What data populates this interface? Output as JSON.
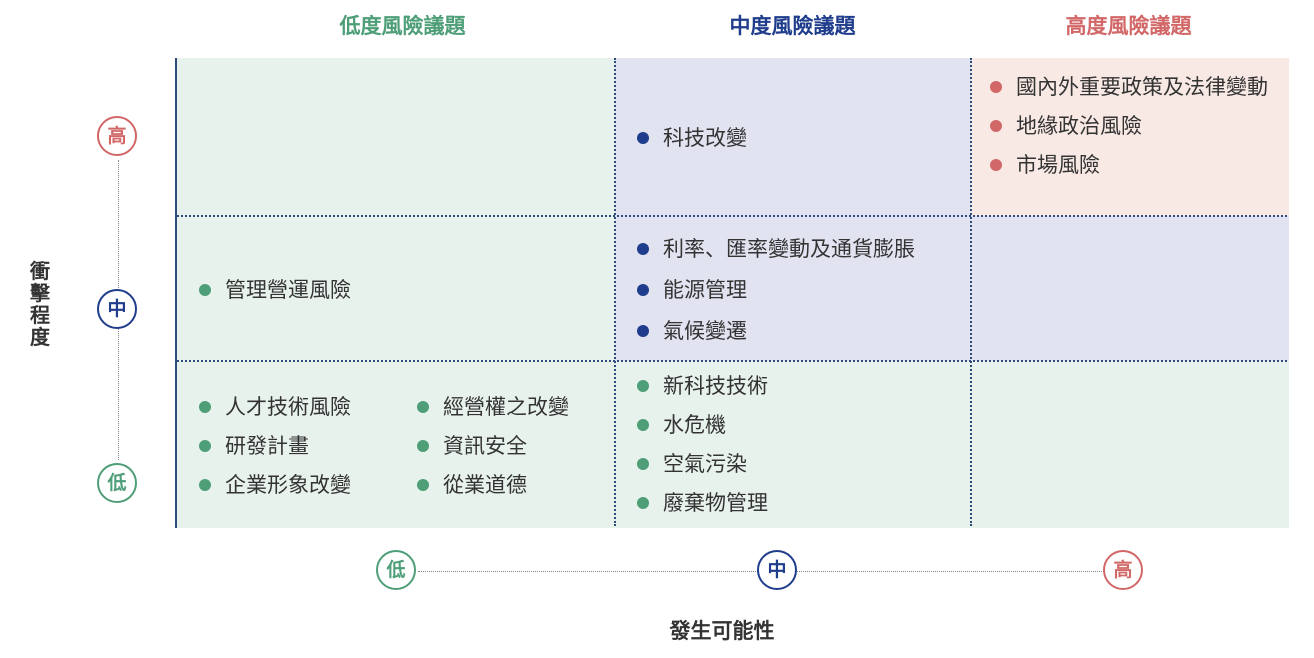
{
  "colors": {
    "low": "#4e9e78",
    "medium": "#1f3d8c",
    "high": "#d26768"
  },
  "column_headers": {
    "low": "低度風險議題",
    "medium": "中度風險議題",
    "high": "高度風險議題"
  },
  "y_axis": {
    "label": "衝擊程度",
    "levels": {
      "high": "高",
      "medium": "中",
      "low": "低"
    }
  },
  "x_axis": {
    "label": "發生可能性",
    "levels": {
      "low": "低",
      "medium": "中",
      "high": "高"
    }
  },
  "cells": {
    "impact_high_likelihood_medium": [
      "科技改變"
    ],
    "impact_high_likelihood_high": [
      "國內外重要政策及法律變動",
      "地緣政治風險",
      "市場風險"
    ],
    "impact_medium_likelihood_low": [
      "管理營運風險"
    ],
    "impact_medium_likelihood_medium": [
      "利率、匯率變動及通貨膨脹",
      "能源管理",
      "氣候變遷"
    ],
    "impact_low_likelihood_low_col1": [
      "人才技術風險",
      "研發計畫",
      "企業形象改變"
    ],
    "impact_low_likelihood_low_col2": [
      "經營權之改變",
      "資訊安全",
      "從業道德"
    ],
    "impact_low_likelihood_medium": [
      "新科技技術",
      "水危機",
      "空氣污染",
      "廢棄物管理"
    ]
  }
}
